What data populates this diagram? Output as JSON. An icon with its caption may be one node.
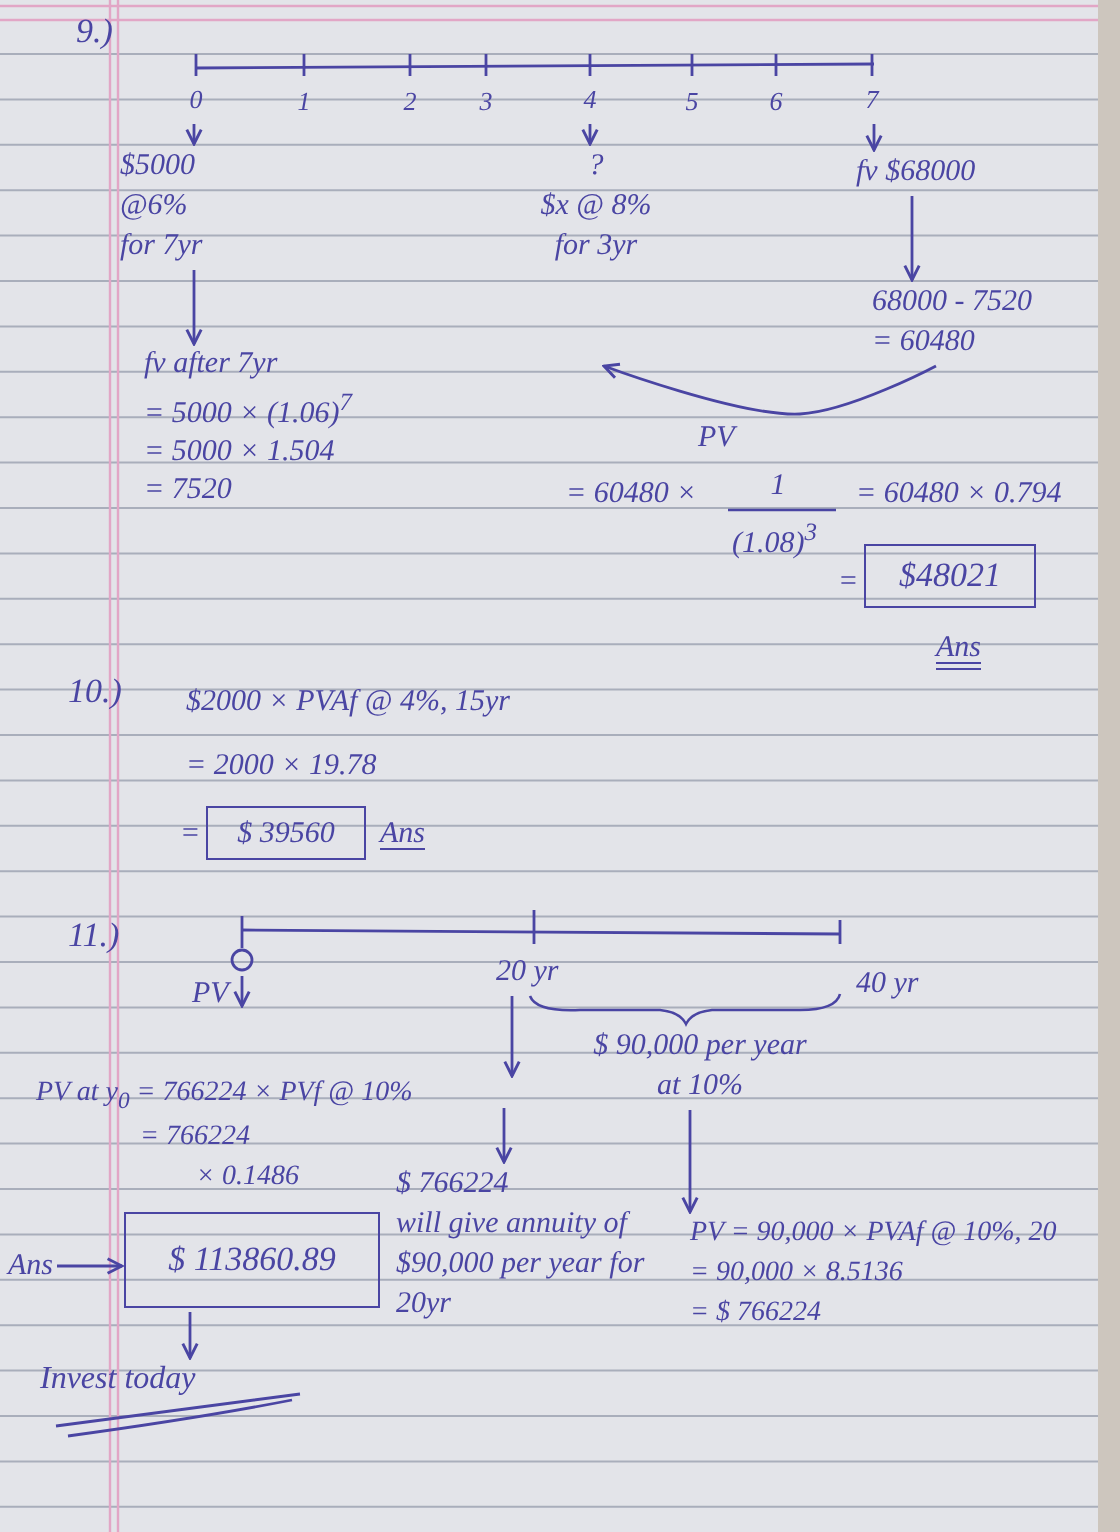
{
  "diagram": {
    "nodes": [
      {
        "text": [
          "0"
        ]
      },
      {
        "text": [
          "4"
        ]
      },
      {
        "text": [
          "7"
        ]
      },
      {
        "text": [
          "$5000",
          "@6%",
          "for 7yr"
        ]
      },
      {
        "text": [
          "?",
          "$x @ 8%",
          "for 3yr"
        ]
      },
      {
        "text": [
          "fv $68000"
        ]
      },
      {
        "text": [
          "68000 - 7520",
          "= 60480"
        ]
      },
      {
        "text": [
          "fv after 7yr",
          "= 5000 × (1.06)$^{7}$",
          "= 5000 × 1.504",
          "= 7520"
        ]
      },
      {
        "text": [
          "$48021"
        ],
        "beside": [
          "=",
          "Ans"
        ]
      },
      {
        "text": [
          "$ 39560"
        ],
        "beside": [
          "=",
          "Ans"
        ]
      },
      {
        "text": [],
        "shape": "circle"
      },
      {
        "text": [
          "20 yr"
        ]
      },
      {
        "text": [
          "40 yr"
        ]
      },
      {
        "text": [
          "$ 90,000 per year",
          "at 10%"
        ]
      },
      {
        "text": [
          "PV = 90,000 × PVAf @ 10%, 20",
          "= 90,000 × 8.5136",
          "= $ 766224"
        ]
      },
      {
        "text": [
          "$ 766224",
          "will give annuity of $90,000 per year for 20yr"
        ]
      },
      {
        "text": [
          "Ans"
        ]
      },
      {
        "text": [
          "$ 113860.89"
        ]
      },
      {
        "text": [
          "Invest today"
        ]
      }
    ],
    "edges": [
      {
        "from": 0,
        "to": 3,
        "arrow": "to"
      },
      {
        "from": 1,
        "to": 4,
        "arrow": "to"
      },
      {
        "from": 2,
        "to": 5,
        "arrow": "to"
      },
      {
        "from": 3,
        "to": 7,
        "arrow": "to"
      },
      {
        "from": 5,
        "to": 6,
        "arrow": "to"
      },
      {
        "from": 6,
        "to": null,
        "arrow": "to",
        "label": "PV"
      },
      {
        "from": 10,
        "to": null,
        "arrow": "to",
        "label": "PV"
      },
      {
        "from": 11,
        "to": null,
        "arrow": "to"
      },
      {
        "from": null,
        "to": 15,
        "arrow": "to"
      },
      {
        "from": 13,
        "to": 14,
        "arrow": "to"
      },
      {
        "from": 16,
        "to": 17,
        "arrow": "to"
      },
      {
        "from": 17,
        "to": 18,
        "arrow": "to"
      }
    ],
    "labels": [
      "9.)",
      "1",
      "2",
      "3",
      "5",
      "6",
      "= 60480 ×",
      "1",
      "(1.08)$^{3}$",
      "= 60480 × 0.794",
      "10.)",
      "$2000 × PVAf @ 4%, 15yr",
      "= 2000 × 19.78",
      "11.)",
      "PV at y$_{0}$ = 766224 × PVf @ 10%",
      "= 766224",
      "× 0.1486"
    ]
  }
}
